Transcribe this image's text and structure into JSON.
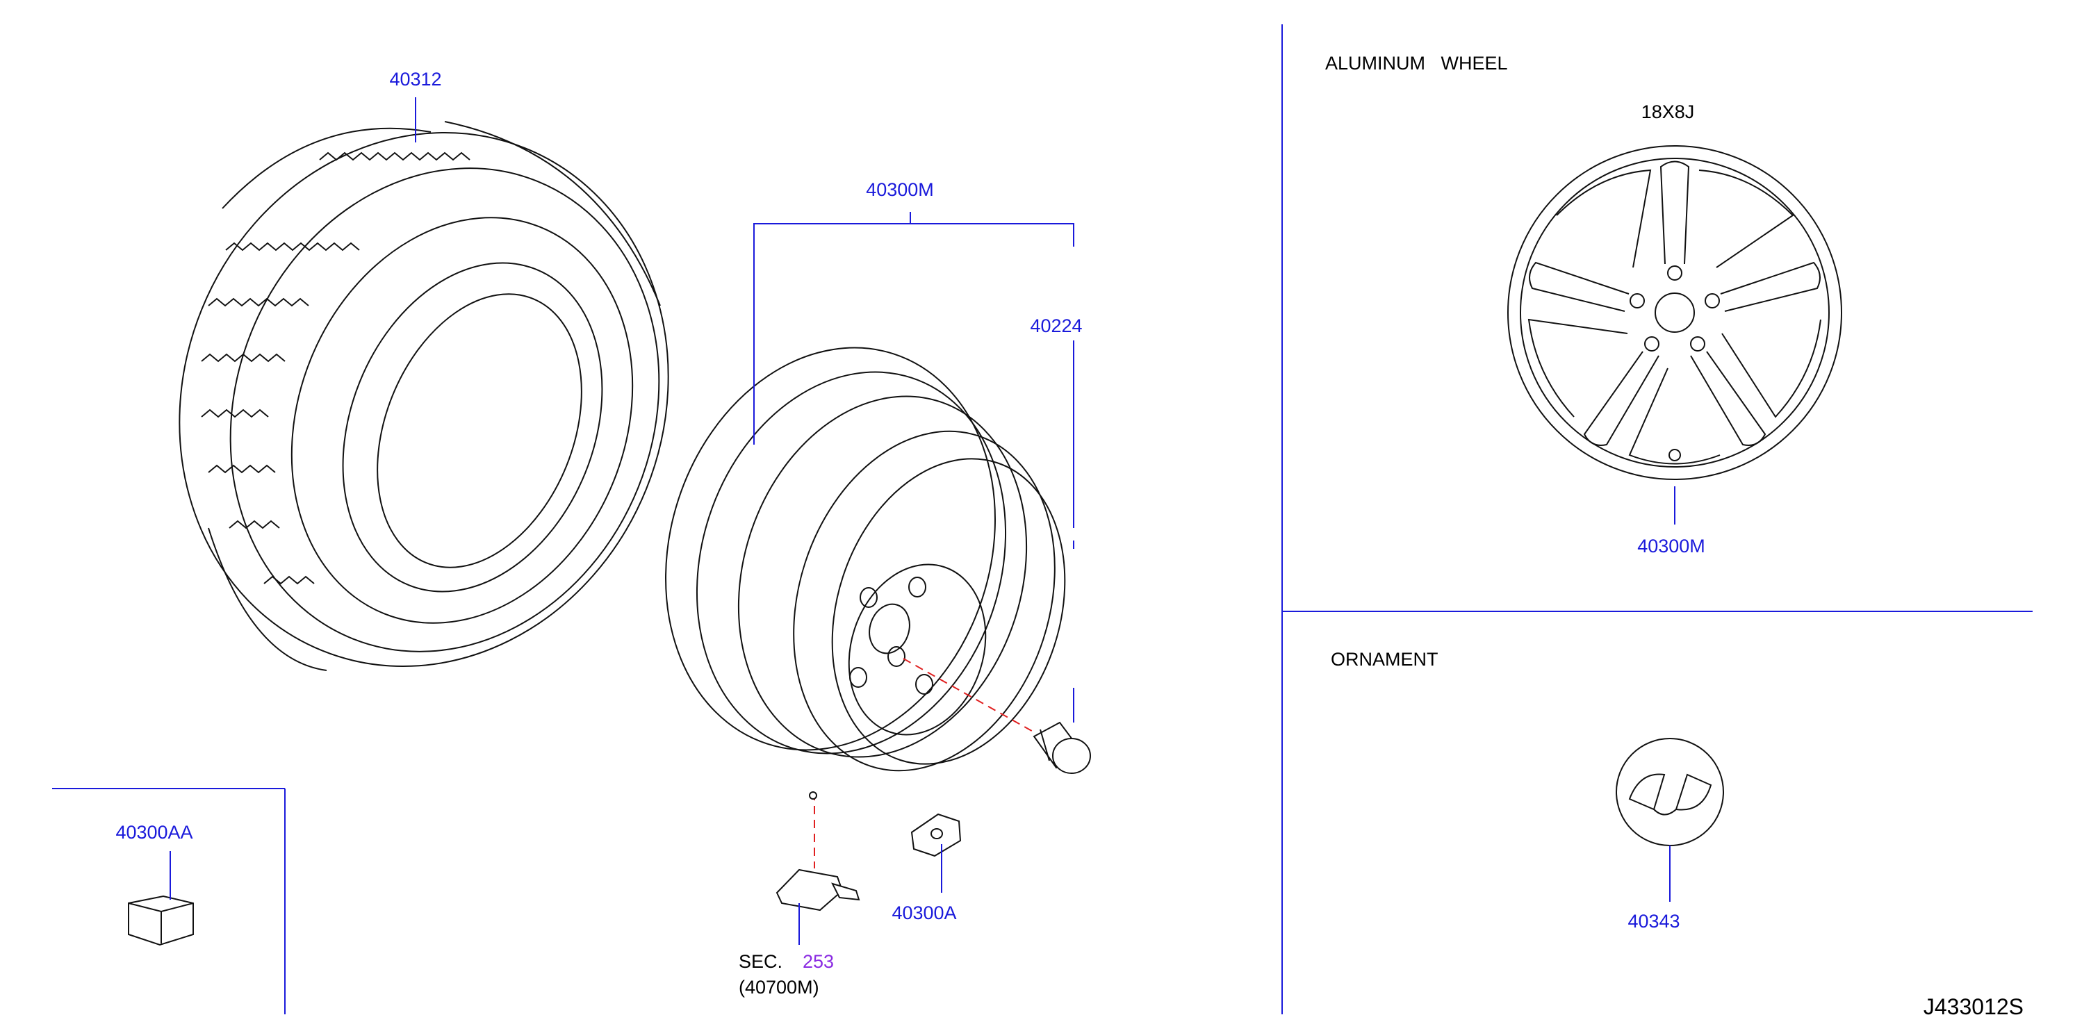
{
  "diagram": {
    "drawing_code": "J433012S",
    "sections": {
      "aluminum_wheel": {
        "title": "ALUMINUM   WHEEL",
        "size": "18X8J",
        "part": "40300M"
      },
      "ornament": {
        "title": "ORNAMENT",
        "part": "40343"
      }
    },
    "parts": {
      "tire": "40312",
      "wheel_assembly": "40300M",
      "wheel_nut": "40224",
      "balance_weight": "40300A",
      "balance_weight_adhesive": "40300AA"
    },
    "sensor": {
      "prefix": "SEC.",
      "section_number": "253",
      "part": "(40700M)"
    },
    "colors": {
      "callout": "#1a1adb",
      "section_ref": "#8a2be2",
      "guide_line": "#e02020",
      "linework": "#111111"
    }
  }
}
